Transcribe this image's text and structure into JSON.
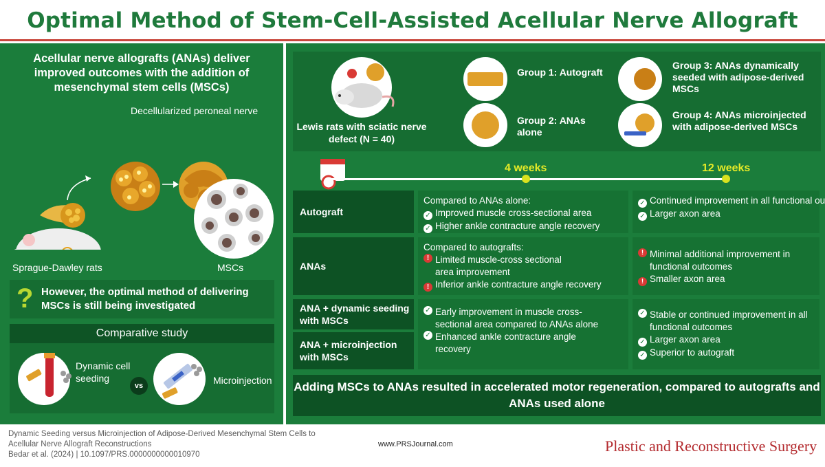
{
  "title": "Optimal Method of Stem-Cell-Assisted Acellular Nerve Allograft",
  "left": {
    "headline": "Acellular nerve allografts (ANAs) deliver improved outcomes with the addition of mesenchymal stem cells (MSCs)",
    "decellularized_label": "Decellularized peroneal nerve",
    "rats_label": "Sprague-Dawley rats",
    "mscs_label": "MSCs",
    "question": "However, the optimal method of delivering MSCs is still being investigated",
    "question_mark": "?",
    "comparative": {
      "header": "Comparative study",
      "dynamic": "Dynamic cell seeding",
      "vs": "vs",
      "micro": "Microinjection"
    }
  },
  "study": {
    "rats": "Lewis rats with sciatic nerve defect (N = 40)",
    "groups": [
      "Group 1: Autograft",
      "Group 2: ANAs alone",
      "Group 3: ANAs dynamically seeded with adipose-derived MSCs",
      "Group 4: ANAs microinjected with adipose-derived MSCs"
    ]
  },
  "timeline": {
    "t1": "4 weeks",
    "t2": "12 weeks"
  },
  "table": {
    "rows": [
      {
        "label": "Autograft"
      },
      {
        "label": "ANAs"
      },
      {
        "label": "ANA + dynamic seeding with MSCs"
      },
      {
        "label": "ANA + microinjection with MSCs"
      }
    ],
    "autograft_4w": {
      "intro": "Compared to ANAs alone:",
      "items": [
        "Improved muscle cross-sectional area",
        "Higher ankle contracture angle recovery"
      ]
    },
    "autograft_12w": {
      "items": [
        "Continued improvement in all functional outcomes",
        "Larger axon area"
      ]
    },
    "ana_4w": {
      "intro": "Compared to autografts:",
      "items": [
        "Limited muscle-cross sectional area improvement",
        "Inferior ankle contracture angle recovery"
      ]
    },
    "ana_12w": {
      "items": [
        "Minimal additional improvement in functional outcomes",
        "Smaller axon area"
      ]
    },
    "msc_4w": {
      "items": [
        "Early improvement in muscle cross-sectional area compared to ANAs alone",
        "Enhanced ankle contracture angle recovery"
      ]
    },
    "msc_12w": {
      "items": [
        "Stable or continued improvement in all functional outcomes",
        "Larger axon area",
        "Superior to autograft"
      ]
    }
  },
  "conclusion": "Adding MSCs to ANAs resulted in accelerated motor regeneration, compared to autografts and ANAs used alone",
  "footer": {
    "citation": "Dynamic Seeding versus Microinjection of Adipose-Derived Mesenchymal Stem Cells to Acellular Nerve Allograft Reconstructions",
    "authors": "Bedar et al. (2024) | 10.1097/PRS.0000000000010970",
    "url": "www.PRSJournal.com",
    "journal": "Plastic and Reconstructive Surgery"
  },
  "colors": {
    "green": "#1b7d3b",
    "dark_green": "#0d5224",
    "accent_yellow": "#d9e21f",
    "alert_red": "#d93a35",
    "journal_red": "#b3292d"
  }
}
